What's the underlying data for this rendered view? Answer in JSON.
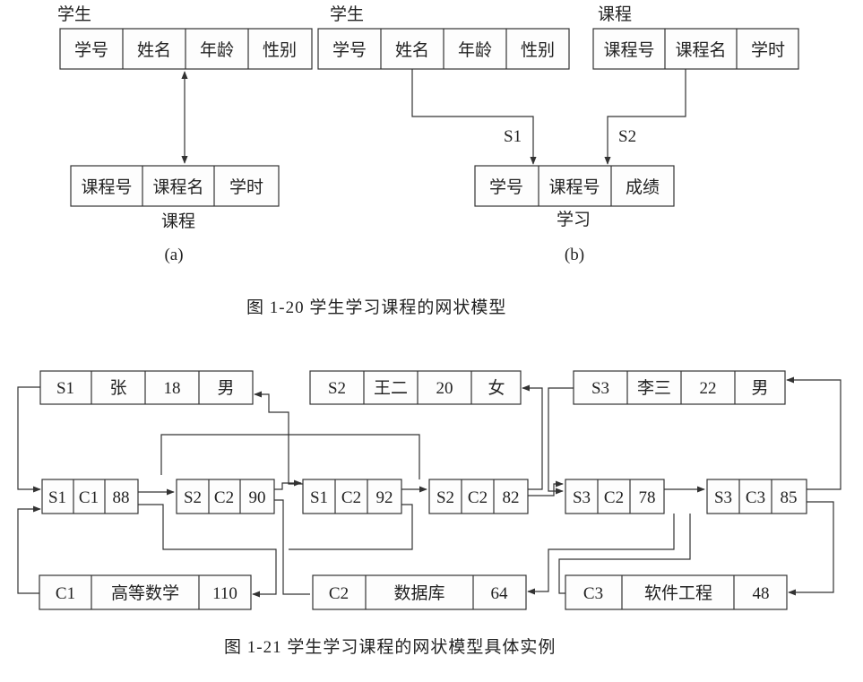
{
  "fig20": {
    "a": {
      "student_label": "学生",
      "student_fields": [
        "学号",
        "姓名",
        "年龄",
        "性别"
      ],
      "course_label": "课程",
      "course_fields": [
        "课程号",
        "课程名",
        "学时"
      ],
      "sub": "(a)"
    },
    "b": {
      "student_label": "学生",
      "student_fields": [
        "学号",
        "姓名",
        "年龄",
        "性别"
      ],
      "course_label": "课程",
      "course_fields": [
        "课程号",
        "课程名",
        "学时"
      ],
      "study_label": "学习",
      "study_fields": [
        "学号",
        "课程号",
        "成绩"
      ],
      "link1": "S1",
      "link2": "S2",
      "sub": "(b)"
    },
    "caption": "图 1-20   学生学习课程的网状模型"
  },
  "fig21": {
    "students": [
      [
        "S1",
        "张",
        "18",
        "男"
      ],
      [
        "S2",
        "王二",
        "20",
        "女"
      ],
      [
        "S3",
        "李三",
        "22",
        "男"
      ]
    ],
    "study": [
      [
        "S1",
        "C1",
        "88"
      ],
      [
        "S2",
        "C2",
        "90"
      ],
      [
        "S1",
        "C2",
        "92"
      ],
      [
        "S2",
        "C2",
        "82"
      ],
      [
        "S3",
        "C2",
        "78"
      ],
      [
        "S3",
        "C3",
        "85"
      ]
    ],
    "courses": [
      [
        "C1",
        "高等数学",
        "110"
      ],
      [
        "C2",
        "数据库",
        "64"
      ],
      [
        "C3",
        "软件工程",
        "48"
      ]
    ],
    "caption": "图 1-21   学生学习课程的网状模型具体实例"
  }
}
